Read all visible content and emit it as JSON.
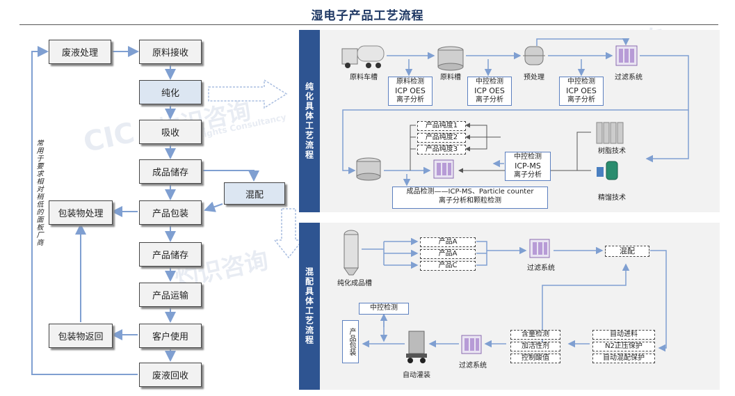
{
  "title": "湿电子产品工艺流程",
  "watermark": {
    "cn": "灼识咨询",
    "en": "China Insights Consultancy",
    "logo": "CIC"
  },
  "left_flow": {
    "waste_treatment": "废液处理",
    "raw_receive": "原料接收",
    "purify": "纯化",
    "absorb": "吸收",
    "product_store": "成品储存",
    "blend": "混配",
    "packaging_treatment": "包装物处理",
    "product_packaging": "产品包装",
    "product_storage": "产品储存",
    "product_transport": "产品运输",
    "packaging_return": "包装物返回",
    "customer_use": "客户使用",
    "waste_recycle": "废液回收",
    "side_note": "常用于要求相对稍低的面板厂商"
  },
  "purify_panel": {
    "side_label": "纯化具体工艺流程",
    "tanker": "原料车槽",
    "raw_tank": "原料槽",
    "pretreat": "预处理",
    "filter": "过滤系统",
    "box1": [
      "原料检测",
      "ICP OES",
      "离子分析"
    ],
    "box2": [
      "中控检测",
      "ICP OES",
      "离子分析"
    ],
    "box3": [
      "中控检测",
      "ICP OES",
      "离子分析"
    ],
    "purity": [
      "产品纯度1",
      "产品纯度2",
      "产品纯度3"
    ],
    "box4": [
      "中控检测",
      "ICP-MS",
      "离子分析"
    ],
    "resin": "树脂技术",
    "distill": "精馏技术",
    "final_check": [
      "成品检测——ICP-MS、Particle counter",
      "离子分析和颗粒检测"
    ]
  },
  "blend_panel": {
    "side_label": "混配具体工艺流程",
    "pure_tank": "纯化成品槽",
    "products": [
      "产品A",
      "产品A",
      "产品C"
    ],
    "filter": "过滤系统",
    "blend": "混配",
    "midcheck": "中控检测",
    "pack": "产品包装",
    "auto_fill": "自动灌装",
    "filter2": "过滤系统",
    "checks": [
      "含量检测",
      "加活性剂",
      "控制酸值"
    ],
    "auto": [
      "自动进料",
      "N2正压保护",
      "自动混配保护"
    ]
  },
  "colors": {
    "panel": "#2e5491",
    "arrow": "#7f9fd1",
    "box_blue": "#dce6f2"
  }
}
